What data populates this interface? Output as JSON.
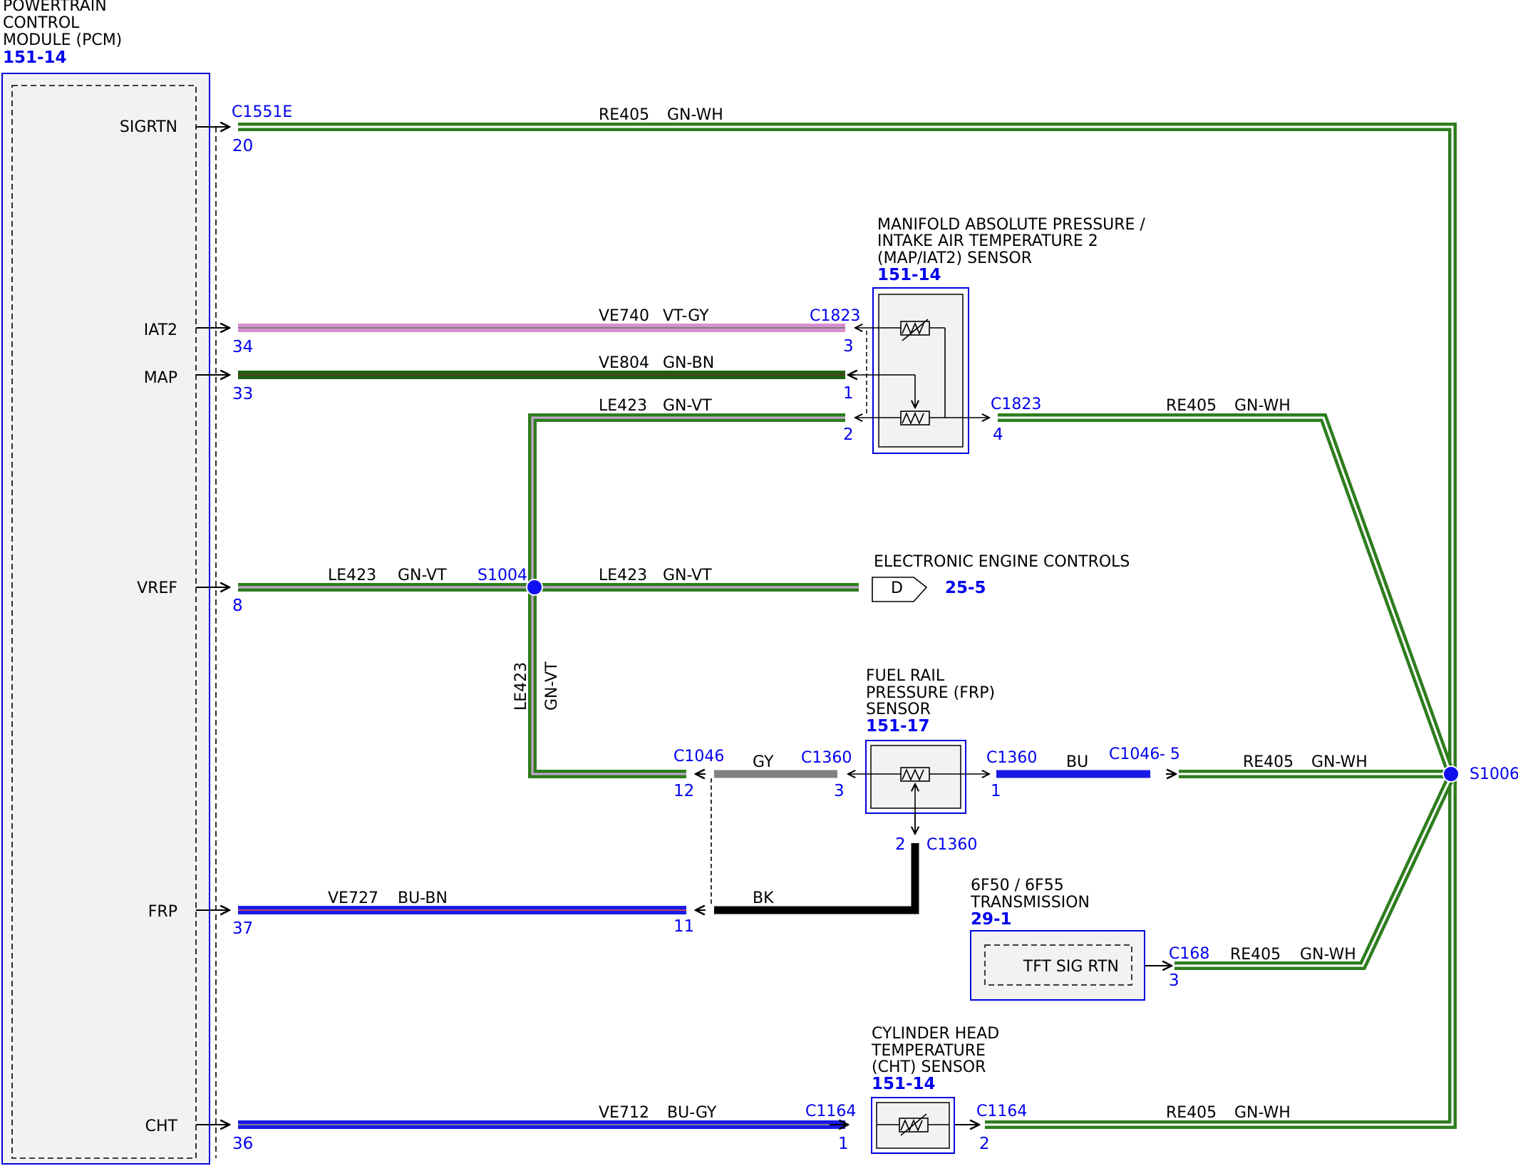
{
  "colors": {
    "green": "#2e7d1e",
    "dark_green": "#1f5f14",
    "violet_gray": "#d98fd0",
    "blue": "#1a1ae6",
    "gray": "#808080",
    "black": "#000000",
    "label_blue": "#0000ee",
    "box_fill": "#f2f2f2"
  },
  "pcm": {
    "title": [
      "POWERTRAIN",
      "CONTROL",
      "MODULE (PCM)"
    ],
    "ref": "151-14",
    "connector": "C1551E",
    "pins": [
      {
        "name": "SIGRTN",
        "pin": "20"
      },
      {
        "name": "IAT2",
        "pin": "34"
      },
      {
        "name": "MAP",
        "pin": "33"
      },
      {
        "name": "VREF",
        "pin": "8"
      },
      {
        "name": "FRP",
        "pin": "37"
      },
      {
        "name": "CHT",
        "pin": "36"
      }
    ]
  },
  "map_sensor": {
    "title": [
      "MANIFOLD ABSOLUTE PRESSURE /",
      "INTAKE AIR TEMPERATURE 2",
      "(MAP/IAT2) SENSOR"
    ],
    "ref": "151-14",
    "connector_left": "C1823",
    "connector_right": "C1823",
    "pins": [
      "3",
      "1",
      "2",
      "4"
    ]
  },
  "frp_sensor": {
    "title": [
      "FUEL RAIL",
      "PRESSURE (FRP)",
      "SENSOR"
    ],
    "ref": "151-17",
    "connector": "C1360",
    "pins": [
      "3",
      "1",
      "2"
    ]
  },
  "cht_sensor": {
    "title": [
      "CYLINDER HEAD",
      "TEMPERATURE",
      "(CHT) SENSOR"
    ],
    "ref": "151-14",
    "connector": "C1164",
    "pins": [
      "1",
      "2"
    ]
  },
  "transmission": {
    "title": [
      "6F50 / 6F55",
      "TRANSMISSION"
    ],
    "ref": "29-1",
    "inner_label": "TFT SIG RTN",
    "connector": "C168",
    "pin": "3"
  },
  "eec": {
    "title": "ELECTRONIC ENGINE CONTROLS",
    "ref": "25-5",
    "letter": "D"
  },
  "inline_connector": {
    "name": "C1046",
    "pins": [
      "12",
      "11"
    ],
    "right_label": "C1046",
    "right_pin": "- 5"
  },
  "splices": {
    "s1004": "S1004",
    "s1006": "S1006"
  },
  "wires": {
    "sigrtn": {
      "circuit": "RE405",
      "color": "GN-WH"
    },
    "iat2": {
      "circuit": "VE740",
      "color": "VT-GY"
    },
    "map": {
      "circuit": "VE804",
      "color": "GN-BN"
    },
    "map_vref": {
      "circuit": "LE423",
      "color": "GN-VT"
    },
    "map_rtn": {
      "circuit": "RE405",
      "color": "GN-WH"
    },
    "vref_left": {
      "circuit": "LE423",
      "color": "GN-VT"
    },
    "vref_right": {
      "circuit": "LE423",
      "color": "GN-VT"
    },
    "vref_vertical": {
      "circuit": "LE423",
      "color": "GN-VT"
    },
    "frp_gy": {
      "color": "GY"
    },
    "frp_bu": {
      "color": "BU"
    },
    "frp_rtn": {
      "circuit": "RE405",
      "color": "GN-WH"
    },
    "frp_sig": {
      "circuit": "VE727",
      "color": "BU-BN"
    },
    "frp_bk": {
      "color": "BK"
    },
    "tft_rtn": {
      "circuit": "RE405",
      "color": "GN-WH"
    },
    "cht": {
      "circuit": "VE712",
      "color": "BU-GY"
    },
    "cht_rtn": {
      "circuit": "RE405",
      "color": "GN-WH"
    }
  }
}
